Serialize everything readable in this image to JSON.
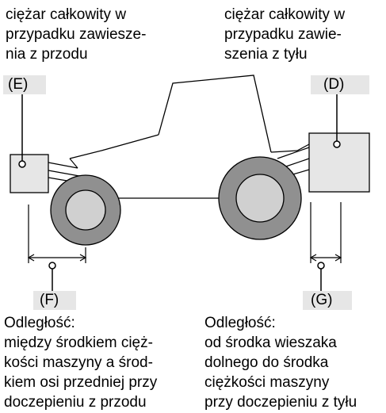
{
  "captions": {
    "front_weight": "ciężar całkowity w\nprzypadku zawiesze-\nnia z przodu",
    "rear_weight": "ciężar całkowity w\nprzypadku zawie-\nszenia z tyłu"
  },
  "labels": {
    "E": "(E)",
    "D": "(D)",
    "F": "(F)",
    "G": "(G)"
  },
  "notes": {
    "front_distance": "Odległość:\nmiędzy środkiem cięż-\nkości maszyny a środ-\nkiem osi przedniej przy\ndoczepieniu z przodu",
    "rear_distance": "Odległość:\nod środka wieszaka\ndolnego do środka\nciężkości maszyny\nprzy doczepieniu z tyłu"
  },
  "colors": {
    "tag_background": "#e6e6e6",
    "implement_fill": "#e6e6e6",
    "tire_fill": "#909090",
    "rim_fill": "#d0d0d0",
    "outline": "#000000"
  }
}
